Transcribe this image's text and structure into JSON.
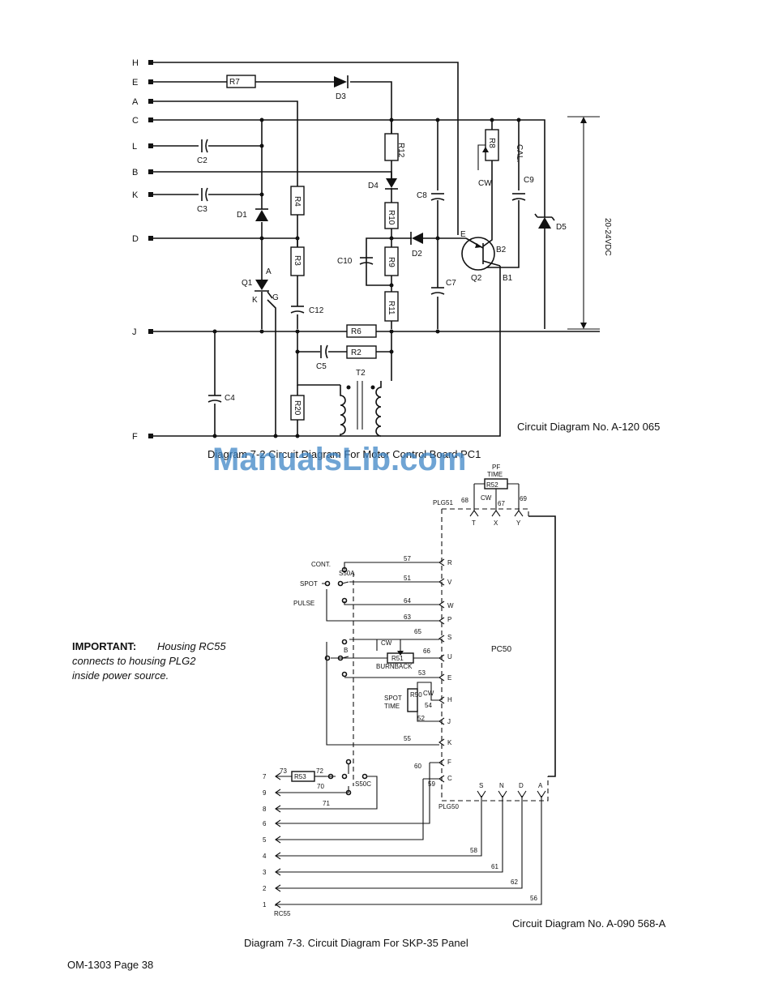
{
  "diagram1": {
    "terminals": [
      "H",
      "E",
      "A",
      "C",
      "L",
      "B",
      "K",
      "D",
      "J",
      "F"
    ],
    "resistors": [
      "R7",
      "R12",
      "R4",
      "R10",
      "R3",
      "R9",
      "R11",
      "R6",
      "R2",
      "R20",
      "R8"
    ],
    "diodes": [
      "D3",
      "D4",
      "D1",
      "D2",
      "D5"
    ],
    "capacitors": [
      "C2",
      "C3",
      "C8",
      "C9",
      "C10",
      "C7",
      "C12",
      "C5",
      "C4"
    ],
    "q1_label": "Q1",
    "q1_pins": {
      "a": "A",
      "k": "K",
      "g": "G"
    },
    "q2_label": "Q2",
    "q2_pins": {
      "e": "E",
      "b2": "B2",
      "b1": "B1"
    },
    "t2_label": "T2",
    "cal_label": "CAL.",
    "cw_label": "CW",
    "voltage_label": "20-24VDC",
    "circuit_number": "Circuit Diagram No. A-120 065",
    "caption": "Diagram 7-2 Circuit Diagram For Motor Control Board PC1"
  },
  "watermark": "ManualsLib.com",
  "diagram2": {
    "time_label": "TIME",
    "time_label_top": "PF",
    "r52": "R52",
    "r51": "R51",
    "r50": "R50",
    "r53": "R53",
    "plg51": "PLG51",
    "plg50": "PLG50",
    "pc50": "PC50",
    "rc55": "RC55",
    "cw": "CW",
    "burnback": "BURNBACK",
    "spot_time": [
      "SPOT",
      "TIME"
    ],
    "s50a": "S50A",
    "s50c": "S50C",
    "b_label": "B",
    "switch_positions": [
      "CONT.",
      "SPOT",
      "PULSE"
    ],
    "top_pins": [
      "T",
      "X",
      "Y"
    ],
    "top_wires": [
      "68",
      "67",
      "69"
    ],
    "left_pins": [
      "R",
      "V",
      "W",
      "P",
      "S",
      "U",
      "E",
      "H",
      "J",
      "K",
      "F",
      "C"
    ],
    "left_wires": [
      "57",
      "51",
      "64",
      "63",
      "65",
      "66",
      "53",
      "54",
      "52",
      "55",
      "60",
      "59"
    ],
    "bottom_pins": [
      "S",
      "N",
      "D",
      "A"
    ],
    "bottom_wires": [
      "58",
      "61",
      "62",
      "56"
    ],
    "out_terminals": [
      "7",
      "9",
      "8",
      "6",
      "5",
      "4",
      "3",
      "2",
      "1"
    ],
    "out_wires": [
      "73",
      "72",
      "70",
      "71"
    ],
    "circuit_number": "Circuit Diagram No. A-090 568-A",
    "caption": "Diagram 7-3. Circuit Diagram For SKP-35 Panel"
  },
  "important": {
    "label": "IMPORTANT:",
    "text1": "Housing RC55",
    "text2": "connects to housing PLG2",
    "text3": "inside power source."
  },
  "footer": "OM-1303 Page 38"
}
